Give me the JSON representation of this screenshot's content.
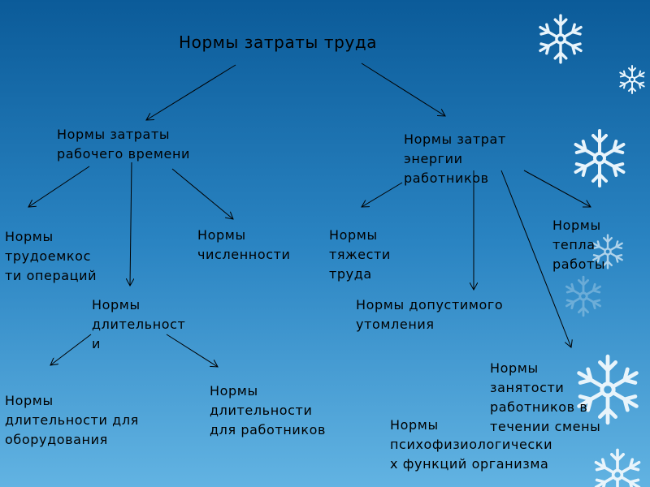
{
  "title": "Нормы затраты труда",
  "nodes": {
    "work_time": "Нормы затраты\nрабочего времени",
    "energy": "Нормы затрат\nэнергии\nработников",
    "labor_intensity": "Нормы\nтрудоемкос\nти операций",
    "headcount": "Нормы\nчисленности",
    "duration": "Нормы\nдлительност\nи",
    "severity": "Нормы\nтяжести\nтруда",
    "fatigue": "Нормы допустимого\nутомления",
    "heat": "Нормы\nтепла\nработы",
    "employment": "Нормы\nзанятости\nработников в\nтечении смены",
    "psycho": "Нормы\nпсихофизиологически\nх функций организма",
    "equipment_duration": "Нормы\nдлительности для\nоборудования",
    "worker_duration": "Нормы\nдлительности\nдля работников"
  }
}
